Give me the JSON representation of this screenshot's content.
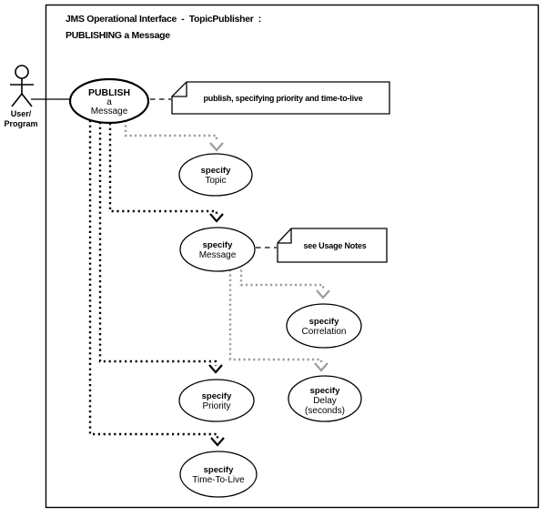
{
  "diagram": {
    "title": {
      "line1": "JMS Operational Interface  -  TopicPublisher  :",
      "line2": "PUBLISHING a Message"
    },
    "actor": {
      "label_line1": "User/",
      "label_line2": "Program"
    },
    "use_cases": {
      "publish": {
        "title": "PUBLISH",
        "sub1": "a",
        "sub2": "Message"
      },
      "specify_topic": {
        "title": "specify",
        "sub1": "Topic"
      },
      "specify_message": {
        "title": "specify",
        "sub1": "Message"
      },
      "specify_correlation": {
        "title": "specify",
        "sub1": "Correlation"
      },
      "specify_priority": {
        "title": "specify",
        "sub1": "Priority"
      },
      "specify_delay": {
        "title": "specify",
        "sub1": "Delay",
        "sub2": "(seconds)"
      },
      "specify_time_to_live": {
        "title": "specify",
        "sub1": "Time-To-Live"
      }
    },
    "notes": {
      "publish_note": {
        "text": "publish, specifying priority and time-to-live"
      },
      "usage_note": {
        "text": "see Usage Notes"
      }
    },
    "colors": {
      "primary_line": "#000000",
      "secondary_line": "#9c9c9c",
      "background": "#ffffff"
    }
  }
}
